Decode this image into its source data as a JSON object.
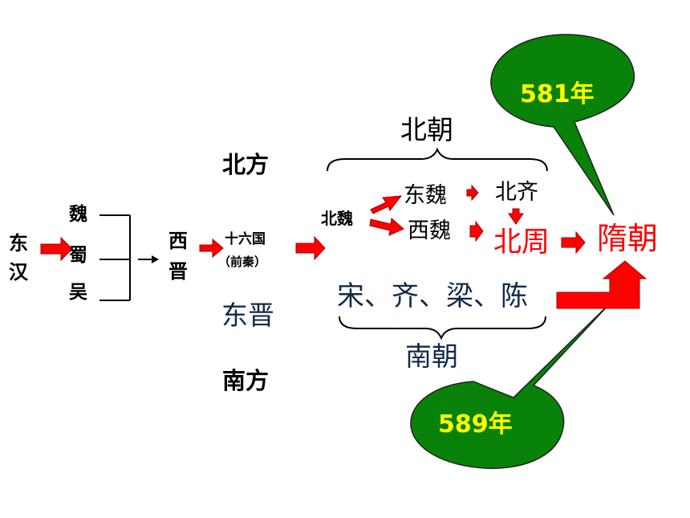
{
  "colors": {
    "arrow_red": "#ff0000",
    "arrow_dark": "#a00000",
    "callout_fill": "#088208",
    "callout_text": "#ffff00",
    "dynasty_red": "#ff0000",
    "text_dark": "#000000",
    "text_navy": "#13294a"
  },
  "labels": {
    "donghan": "东汉",
    "wei": "魏",
    "shu": "蜀",
    "wu": "吴",
    "xijin": "西晋",
    "shiliuguo": "十六国",
    "qianqin": "（前秦）",
    "beifang": "北方",
    "nanfang": "南方",
    "dongjin": "东晋",
    "beiwei": "北魏",
    "dongwei": "东魏",
    "xiwei": "西魏",
    "beiqi": "北齐",
    "beizhou": "北周",
    "suichao": "隋朝",
    "beichao": "北朝",
    "nanchao": "南朝",
    "south_dynasties": "宋、齐、梁、陈"
  },
  "callouts": {
    "year_north": "581年",
    "year_south": "589年"
  }
}
